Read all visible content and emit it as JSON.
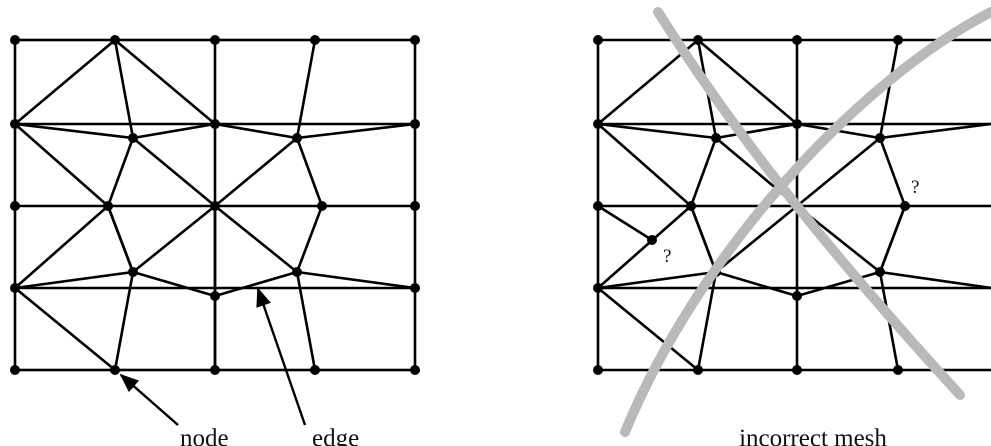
{
  "left_panel": {
    "node_label": "node",
    "edge_label": "edge"
  },
  "right_panel": {
    "caption": "incorrect mesh",
    "question_mark_1": "?",
    "question_mark_2": "?"
  },
  "colors": {
    "line": "#000000",
    "cross_out": "#b9b9b9",
    "background": "#ffffff"
  }
}
